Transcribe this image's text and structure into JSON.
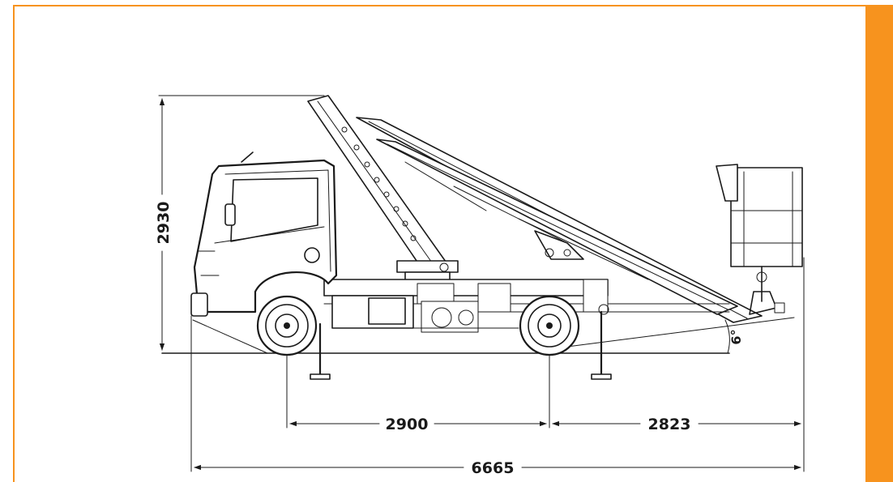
{
  "colors": {
    "accent": "#f7931e",
    "line": "#1a1a1a",
    "background": "#ffffff"
  },
  "dimensions": {
    "height": "2930",
    "wheelbase": "2900",
    "rear_overhang": "2823",
    "overall_length": "6665",
    "angle": "6°"
  }
}
